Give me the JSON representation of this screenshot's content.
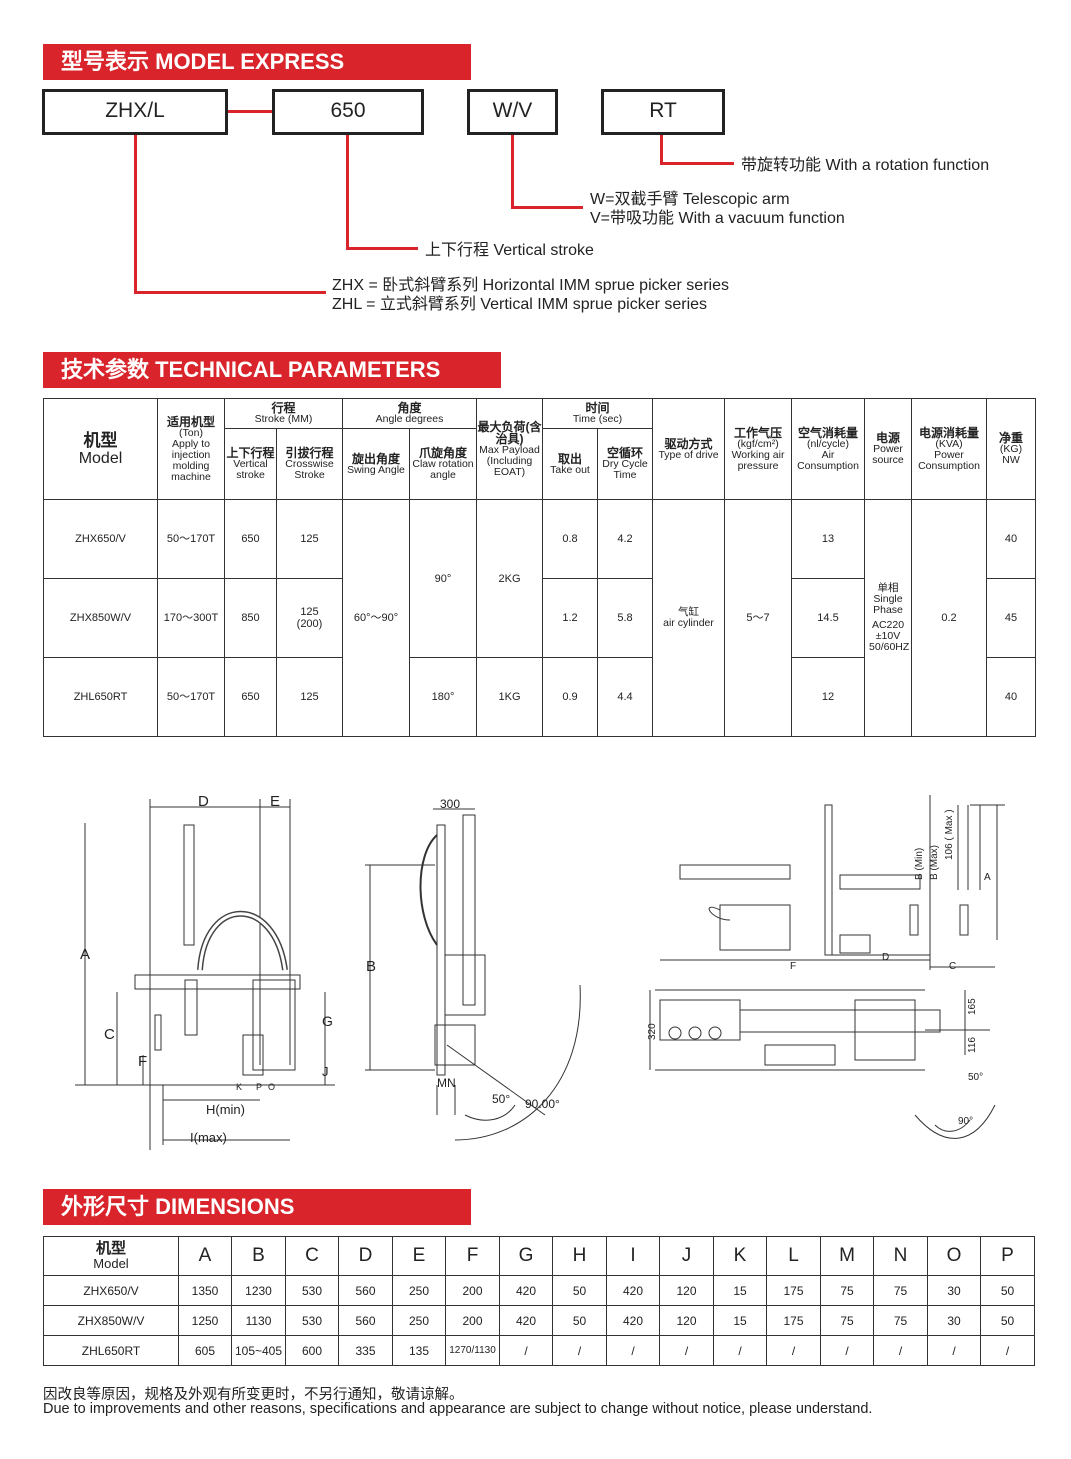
{
  "model_express": {
    "banner": "型号表示 MODEL EXPRESS",
    "boxes": [
      "ZHX/L",
      "650",
      "W/V",
      "RT"
    ],
    "annotations": {
      "rt": "带旋转功能 With a rotation function",
      "wv_w": "W=双截手臂 Telescopic arm",
      "wv_v": "V=带吸功能 With a vacuum function",
      "stroke": "上下行程 Vertical stroke",
      "zhx": "ZHX = 卧式斜臂系列 Horizontal IMM sprue picker series",
      "zhl": "ZHL = 立式斜臂系列  Vertical IMM sprue picker series"
    }
  },
  "tech": {
    "banner": "技术参数 TECHNICAL PARAMETERS",
    "headers": {
      "model_cn": "机型",
      "model_en": "Model",
      "apply_cn": "适用机型",
      "apply_ton": "(Ton)",
      "apply_en": "Apply to injection molding machine",
      "stroke_cn": "行程",
      "stroke_unit": "(MM)",
      "stroke_en": "Stroke (MM)",
      "vstroke_cn": "上下行程",
      "vstroke_en": "Vertical stroke",
      "cstroke_cn": "引拔行程",
      "cstroke_en": "Crosswise Stroke",
      "angle_cn": "角度",
      "angle_en": "Angle degrees",
      "swing_cn": "旋出角度",
      "swing_en": "Swing Angle",
      "claw_cn": "爪旋角度",
      "claw_en": "Claw rotation angle",
      "payload_cn": "最大负荷(含治具)",
      "payload_en": "Max Payload (Including EOAT)",
      "time_cn": "时间",
      "time_en": "Time (sec)",
      "takeout_cn": "取出",
      "takeout_en": "Take out",
      "cycle_cn": "空循环",
      "cycle_en": "Dry Cycle Time",
      "drive_cn": "驱动方式",
      "drive_en": "Type of drive",
      "pressure_cn": "工作气压",
      "pressure_unit": "(kgf/cm²)",
      "pressure_en": "Working air pressure",
      "air_cn": "空气消耗量",
      "air_unit": "(nl/cycle)",
      "air_en": "Air Consumption",
      "power_cn": "电源",
      "power_en": "Power source",
      "pcons_cn": "电源消耗量",
      "pcons_unit": "(KVA)",
      "pcons_en": "Power Consumption",
      "nw_cn": "净重",
      "nw_unit": "(KG)",
      "nw_en": "NW"
    },
    "rows": [
      {
        "model": "ZHX650/V",
        "apply": "50～170T",
        "vstroke": "650",
        "cstroke": "125",
        "takeout": "0.8",
        "cycle": "4.2",
        "air": "13",
        "nw": "40"
      },
      {
        "model": "ZHX850W/V",
        "apply": "170～300T",
        "vstroke": "850",
        "cstroke": "125 (200)",
        "takeout": "1.2",
        "cycle": "5.8",
        "air": "14.5",
        "nw": "45"
      },
      {
        "model": "ZHL650RT",
        "apply": "50～170T",
        "vstroke": "650",
        "cstroke": "125",
        "takeout": "0.9",
        "cycle": "4.4",
        "air": "12",
        "nw": "40"
      }
    ],
    "swing": "60°～90°",
    "claw_1": "90°",
    "claw_2": "180°",
    "payload_1": "2KG",
    "payload_2": "1KG",
    "drive_cn": "气缸",
    "drive_en": "air cylinder",
    "pressure": "5～7",
    "power_cn": "单相",
    "power_en": "Single Phase",
    "power_spec": "AC220 ±10V 50/60HZ",
    "pcons": "0.2"
  },
  "drawings": {
    "d1": {
      "D": "D",
      "E": "E",
      "A": "A",
      "C": "C",
      "F": "F",
      "G": "G",
      "J": "J",
      "K": "K",
      "P": "P",
      "O": "O",
      "H": "H(min)",
      "I": "I(max)"
    },
    "d2": {
      "w300": "300",
      "B": "B",
      "MN": "MN",
      "a50": "50°",
      "a90": "90.00°"
    },
    "d3": {
      "Bmin": "B (Min)",
      "Bmax": "B (Max)",
      "m106": "106 ( Max )",
      "A": "A",
      "F": "F",
      "D": "D",
      "C": "C"
    },
    "d4": {
      "h320": "320",
      "h165": "165",
      "h116": "116",
      "a50": "50°",
      "a90": "90°"
    }
  },
  "dims": {
    "banner": "外形尺寸 DIMENSIONS",
    "head_cn": "机型",
    "head_en": "Model",
    "cols": [
      "A",
      "B",
      "C",
      "D",
      "E",
      "F",
      "G",
      "H",
      "I",
      "J",
      "K",
      "L",
      "M",
      "N",
      "O",
      "P"
    ],
    "rows": [
      {
        "model": "ZHX650/V",
        "values": [
          "1350",
          "1230",
          "530",
          "560",
          "250",
          "200",
          "420",
          "50",
          "420",
          "120",
          "15",
          "175",
          "75",
          "75",
          "30",
          "50"
        ]
      },
      {
        "model": "ZHX850W/V",
        "values": [
          "1250",
          "1130",
          "530",
          "560",
          "250",
          "200",
          "420",
          "50",
          "420",
          "120",
          "15",
          "175",
          "75",
          "75",
          "30",
          "50"
        ]
      },
      {
        "model": "ZHL650RT",
        "values": [
          "605",
          "105~405",
          "600",
          "335",
          "135",
          "1270/1130",
          "/",
          "/",
          "/",
          "/",
          "/",
          "/",
          "/",
          "/",
          "/",
          "/"
        ]
      }
    ]
  },
  "footer": {
    "cn": "因改良等原因，规格及外观有所变更时，不另行通知，敬请谅解。",
    "en": "Due to improvements and other reasons, specifications and appearance are subject to change without notice, please understand."
  },
  "colors": {
    "accent": "#d8242a",
    "ink": "#222222"
  }
}
